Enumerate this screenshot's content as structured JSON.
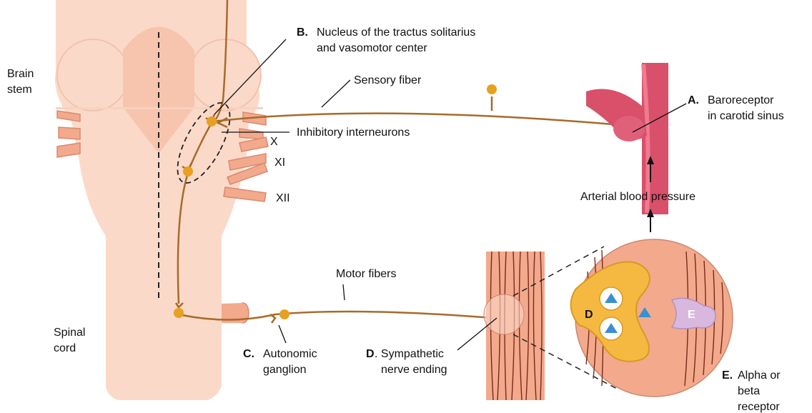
{
  "labels": {
    "brain_stem_1": "Brain",
    "brain_stem_2": "stem",
    "spinal_cord_1": "Spinal",
    "spinal_cord_2": "cord",
    "b_prefix": "B.",
    "b_line1": "Nucleus of the tractus solitarius",
    "b_line2": "and vasomotor center",
    "sensory_fiber": "Sensory fiber",
    "inhibitory": "Inhibitory interneurons",
    "nerve_x": "X",
    "nerve_xi": "XI",
    "nerve_xii": "XII",
    "a_prefix": "A.",
    "a_line1": "Baroreceptor",
    "a_line2": "in carotid sinus",
    "arterial": "Arterial blood pressure",
    "motor_fibers": "Motor fibers",
    "c_prefix": "C.",
    "c_line1": "Autonomic",
    "c_line2": "ganglion",
    "d_prefix": "D",
    "d_line1": ". Sympathetic",
    "d_line2": "nerve ending",
    "d_inner": "D",
    "e_inner": "E",
    "e_prefix": "E.",
    "e_line1": "Alpha or",
    "e_line2": "beta",
    "e_line3": "receptor"
  },
  "colors": {
    "tissue": "#fbd9c9",
    "tissue_dark": "#f5c2ac",
    "nerve": "#a86a2a",
    "neuron": "#e8a020",
    "vessel": "#d9506a",
    "vessel_light": "#f07a90",
    "muscle": "#f2a98c",
    "muscle_line": "#7a2a1a",
    "terminal": "#f5b942",
    "receptor": "#d9b8e0",
    "triangle": "#3a90d0"
  }
}
